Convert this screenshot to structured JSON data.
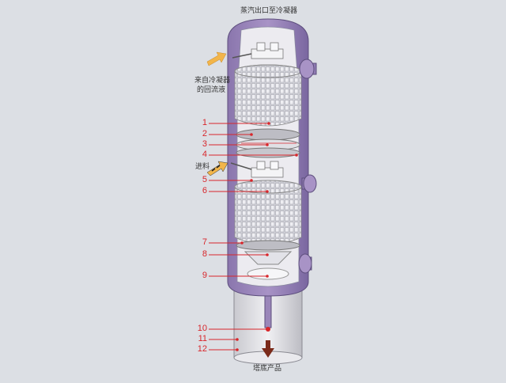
{
  "labels": {
    "top": "蒸汽出口至冷凝器",
    "reflux_line1": "来自冷凝器",
    "reflux_line2": "的回流液",
    "feed": "进料",
    "bottom": "塔底产品"
  },
  "callouts": [
    "1",
    "2",
    "3",
    "4",
    "5",
    "6",
    "7",
    "8",
    "9",
    "10",
    "11",
    "12"
  ],
  "colors": {
    "shell": "#9a86b9",
    "shell_dark": "#7c69a0",
    "packing": "#d2d3d9",
    "callout": "#d8262b",
    "arrow": "#f2b54a"
  }
}
